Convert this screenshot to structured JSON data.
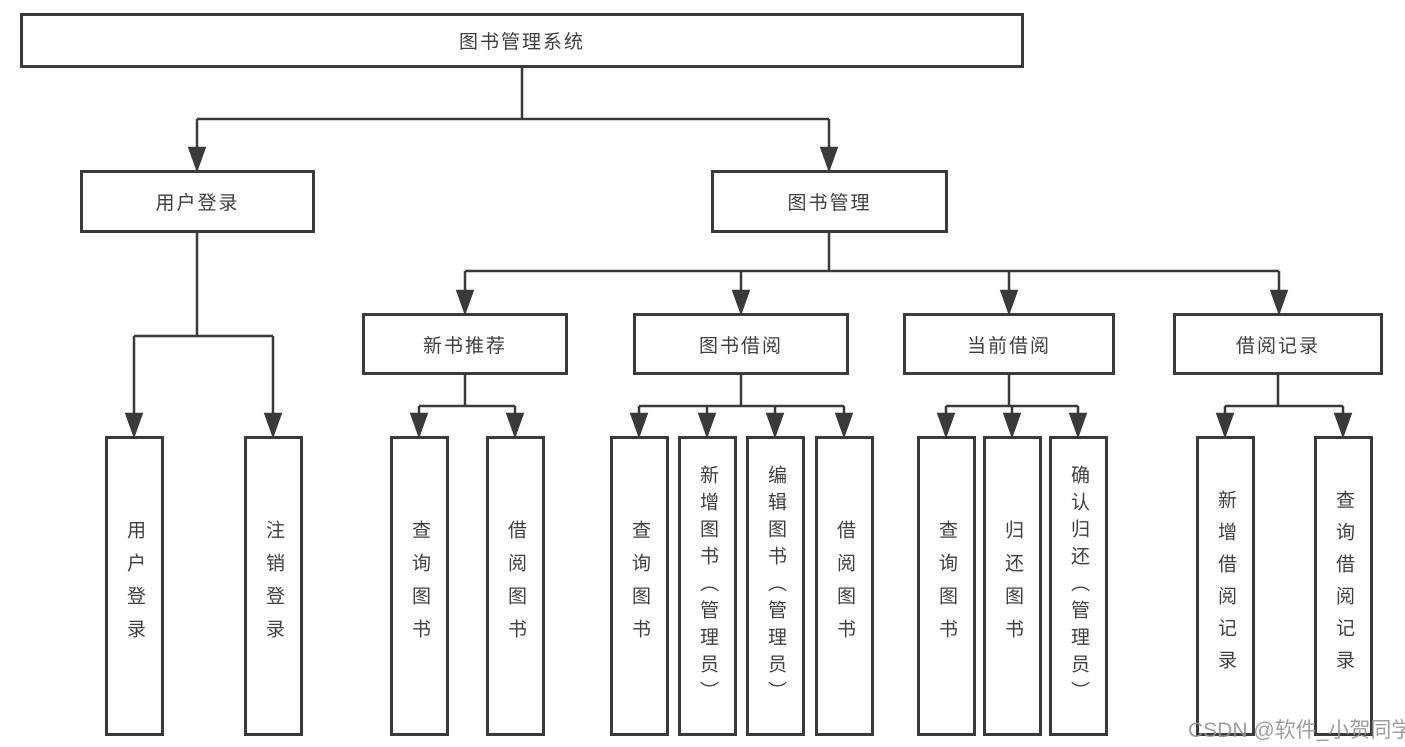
{
  "tree": {
    "root": "图书管理系统",
    "children": [
      {
        "label": "用户登录",
        "children": [
          "用户登录",
          "注销登录"
        ]
      },
      {
        "label": "图书管理",
        "children": [
          {
            "label": "新书推荐",
            "children": [
              "查询图书",
              "借阅图书"
            ]
          },
          {
            "label": "图书借阅",
            "children": [
              "查询图书",
              "新增图书（管理员）",
              "编辑图书（管理员）",
              "借阅图书"
            ]
          },
          {
            "label": "当前借阅",
            "children": [
              "查询图书",
              "归还图书",
              "确认归还（管理员）"
            ]
          },
          {
            "label": "借阅记录",
            "children": [
              "新增借阅记录",
              "查询借阅记录"
            ]
          }
        ]
      }
    ]
  },
  "colors": {
    "line": "#3a3a3a",
    "text": "#3f3f3f",
    "watermark": "#949494"
  },
  "watermark": "CSDN @软件_小贺同学"
}
